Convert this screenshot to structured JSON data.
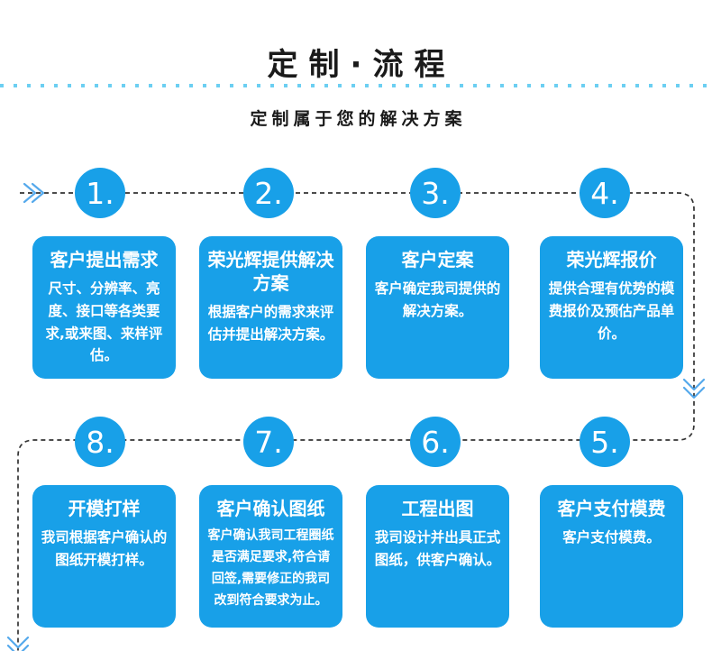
{
  "header": {
    "title": "定制·流程",
    "subtitle": "定制属于您的解决方案"
  },
  "colors": {
    "primary_blue": "#18A0E8",
    "arrow_blue": "#55A9EC",
    "divider_dot_blue": "#6CCFF2",
    "dashed_line": "#333333",
    "text_dark": "#1A1A1A",
    "text_on_blue": "#FFFFFF"
  },
  "icons": {
    "start_arrow": "right-double-chevron",
    "mid_arrow": "down-double-chevron",
    "end_arrow": "down-double-chevron"
  },
  "flow": {
    "steps": [
      {
        "number": "1.",
        "title": "客户提出需求",
        "description": "尺寸、分辨率、亮度、接口等各类要求,或来图、来样评估。"
      },
      {
        "number": "2.",
        "title": "荣光辉提供解决方案",
        "description": "根据客户的需求来评估并提出解决方案。"
      },
      {
        "number": "3.",
        "title": "客户定案",
        "description": "客户确定我司提供的解决方案。"
      },
      {
        "number": "4.",
        "title": "荣光辉报价",
        "description": "提供合理有优势的模费报价及预估产品单价。"
      },
      {
        "number": "8.",
        "title": "开模打样",
        "description": "我司根据客户确认的图纸开模打样。"
      },
      {
        "number": "7.",
        "title": "客户确认图纸",
        "description": "客户确认我司工程圈纸是否满足要求,符合请回签,需要修正的我司改到符合要求为止。"
      },
      {
        "number": "6.",
        "title": "工程出图",
        "description": "我司设计并出具正式图纸，供客户确认。"
      },
      {
        "number": "5.",
        "title": "客户支付模费",
        "description": "客户支付模费。"
      }
    ]
  }
}
